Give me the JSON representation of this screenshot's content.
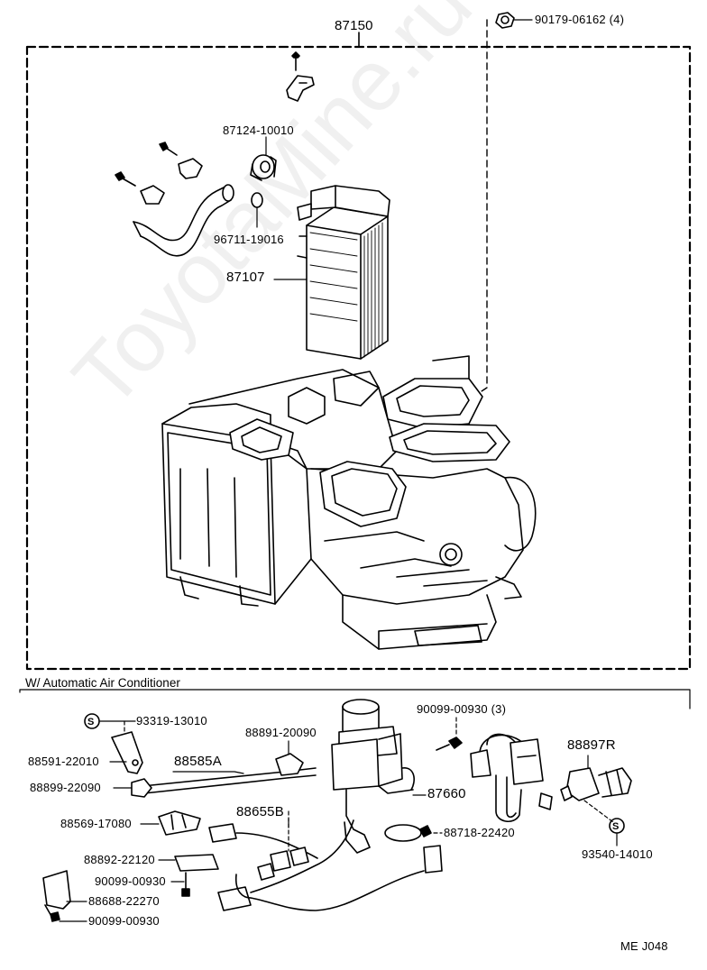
{
  "watermark": "ToyotaMine.ru",
  "section_title": "W/ Automatic Air Conditioner",
  "footer_code": "ME  J048",
  "labels": {
    "assy": "87150",
    "nut": "90179-06162 (4)",
    "hose_clamp": "87124-10010",
    "oring": "96711-19016",
    "core": "87107",
    "bolt_top": "90099-00930 (3)",
    "sensor_r": "88897R",
    "screw_s1": "93319-13010",
    "bracket1": "88591-22010",
    "p88891": "88891-20090",
    "p88585": "88585A",
    "p88899": "88899-22090",
    "valve": "87660",
    "p88569": "88569-17080",
    "wire": "88655B",
    "p88718": "88718-22420",
    "p88892": "88892-22120",
    "bolt_mid": "90099-00930",
    "screw_s2": "93540-14010",
    "p88688": "88688-22270",
    "bolt_bot": "90099-00930"
  },
  "screw_symbol": "S"
}
